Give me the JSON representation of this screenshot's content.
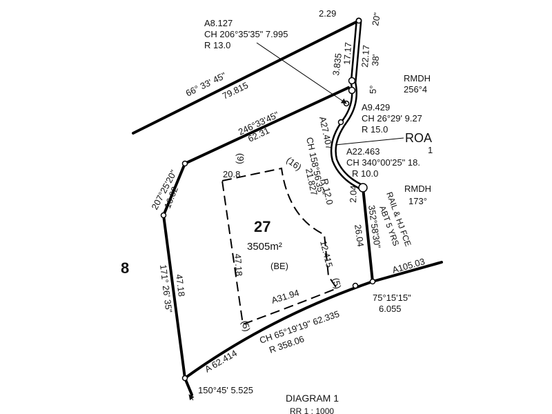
{
  "lot": {
    "number": "27",
    "area": "3505m²",
    "code": "(BE)"
  },
  "neighbour_lot": "8",
  "diagram": {
    "title": "DIAGRAM 1",
    "scale": "RR 1 : 1000"
  },
  "labels": {
    "top_229": "2.29",
    "top_20": "20\"",
    "a8127": "A8.127",
    "ch20635": "CH 206°35'35\" 7.995",
    "r13": "R 13.0",
    "b3835": "3.835",
    "b1717": "17.17",
    "b2217": "22.17",
    "b38": "38'",
    "rmdh1": "RMDH",
    "rmdh1b": "256°4",
    "b5": "5°",
    "b66": "66°   33'   45\"",
    "b79815": "79.815",
    "a9429": "A9.429",
    "ch2629": "CH 26°29'  9.27",
    "r15": "R 15.0",
    "b24633": "246°33'45\"",
    "b6231": "62.31",
    "road": "ROA",
    "road2": "1",
    "a27407": "A27.407",
    "ch15856": "CH 158°56'35\"",
    "r120": "R 12.0",
    "b21827": "21.827",
    "a22463": "A22.463",
    "ch34000": "CH 340°00'25\" 18.",
    "r10": "R 10.0",
    "rmdh2": "RMDH",
    "rmdh2b": "173°",
    "b9": "(9)",
    "b208": "20.8",
    "b16": "(16)",
    "b207": "207°25'20\"",
    "b1602": "16.02",
    "b204": "2.04",
    "rail": "RAIL & HJ FCE",
    "abt": "ABT 5 YRS",
    "b35258": "352°58'30\"",
    "b2604": "26.04",
    "b12415": "12.415",
    "b4718a": "47.18",
    "a10503": "A105.03",
    "b4718b": "47.18",
    "b171": "171°  26'  35\"",
    "b5a": "(5)",
    "a3194": "A31.94",
    "b7515": "75°15'15\"",
    "b6055": "6.055",
    "b5b": "(5)",
    "ch6519": "CH 65°19'19\" 62.335",
    "r35806": "R 358.06",
    "a62414": "A 62.414",
    "b15045": "150°45' 5.525"
  }
}
